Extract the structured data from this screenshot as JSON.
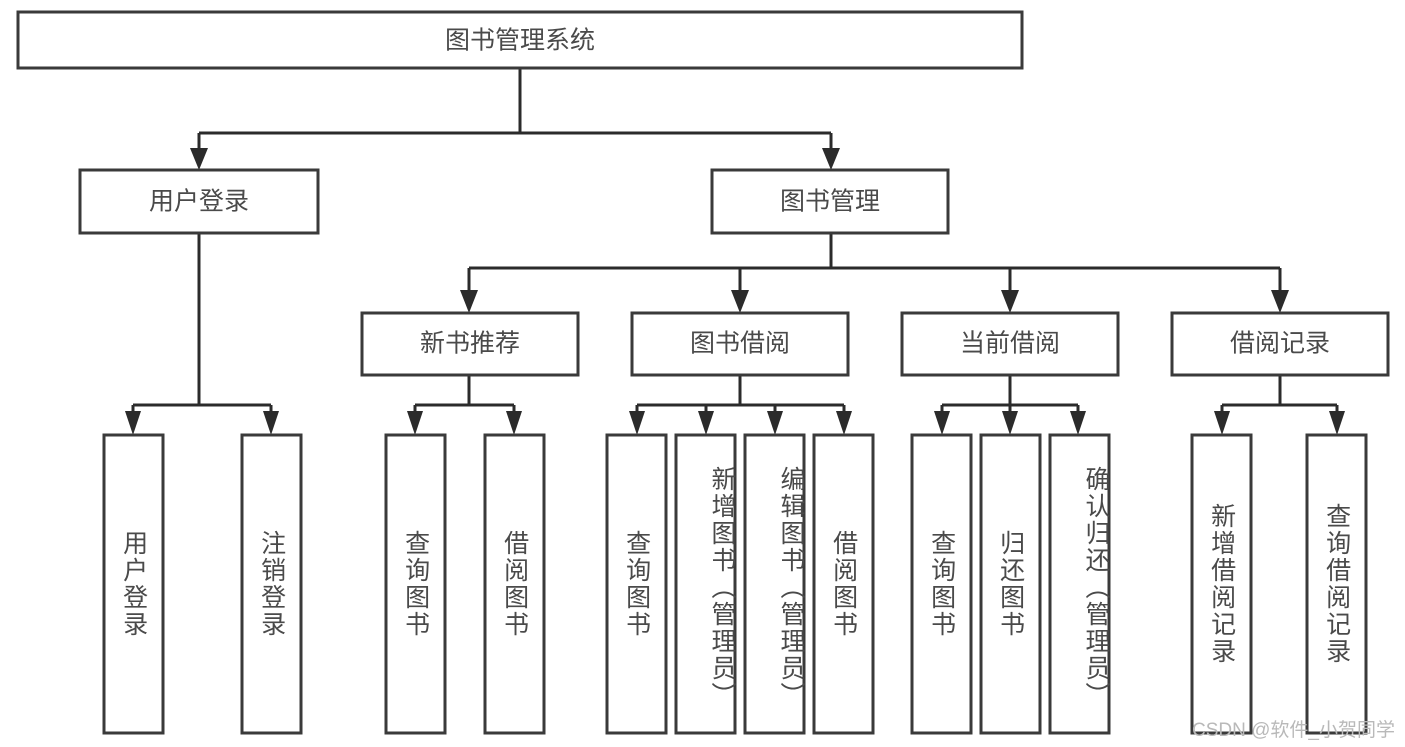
{
  "diagram": {
    "type": "tree-hierarchy",
    "title": "图书管理系统",
    "root": {
      "label": "图书管理系统"
    },
    "level1": [
      {
        "label": "用户登录"
      },
      {
        "label": "图书管理"
      }
    ],
    "level2": [
      {
        "label": "新书推荐"
      },
      {
        "label": "图书借阅"
      },
      {
        "label": "当前借阅"
      },
      {
        "label": "借阅记录"
      }
    ],
    "leaves": {
      "user_login": [
        {
          "label": "用户登录"
        },
        {
          "label": "注销登录"
        }
      ],
      "new_book_recommend": [
        {
          "label": "查询图书"
        },
        {
          "label": "借阅图书"
        }
      ],
      "book_borrow": [
        {
          "label": "查询图书"
        },
        {
          "label": "新增图书（管理员）"
        },
        {
          "label": "编辑图书（管理员）"
        },
        {
          "label": "借阅图书"
        }
      ],
      "current_borrow": [
        {
          "label": "查询图书"
        },
        {
          "label": "归还图书"
        },
        {
          "label": "确认归还（管理员）"
        }
      ],
      "borrow_record": [
        {
          "label": "新增借阅记录"
        },
        {
          "label": "查询借阅记录"
        }
      ]
    }
  },
  "watermark": {
    "text": "CSDN @软件_小贺同学"
  },
  "colors": {
    "box_stroke": "#3a3a3a",
    "connector": "#2b2b2b",
    "text": "#4a4a4a",
    "background": "#ffffff",
    "watermark": "#b9b9b9"
  }
}
